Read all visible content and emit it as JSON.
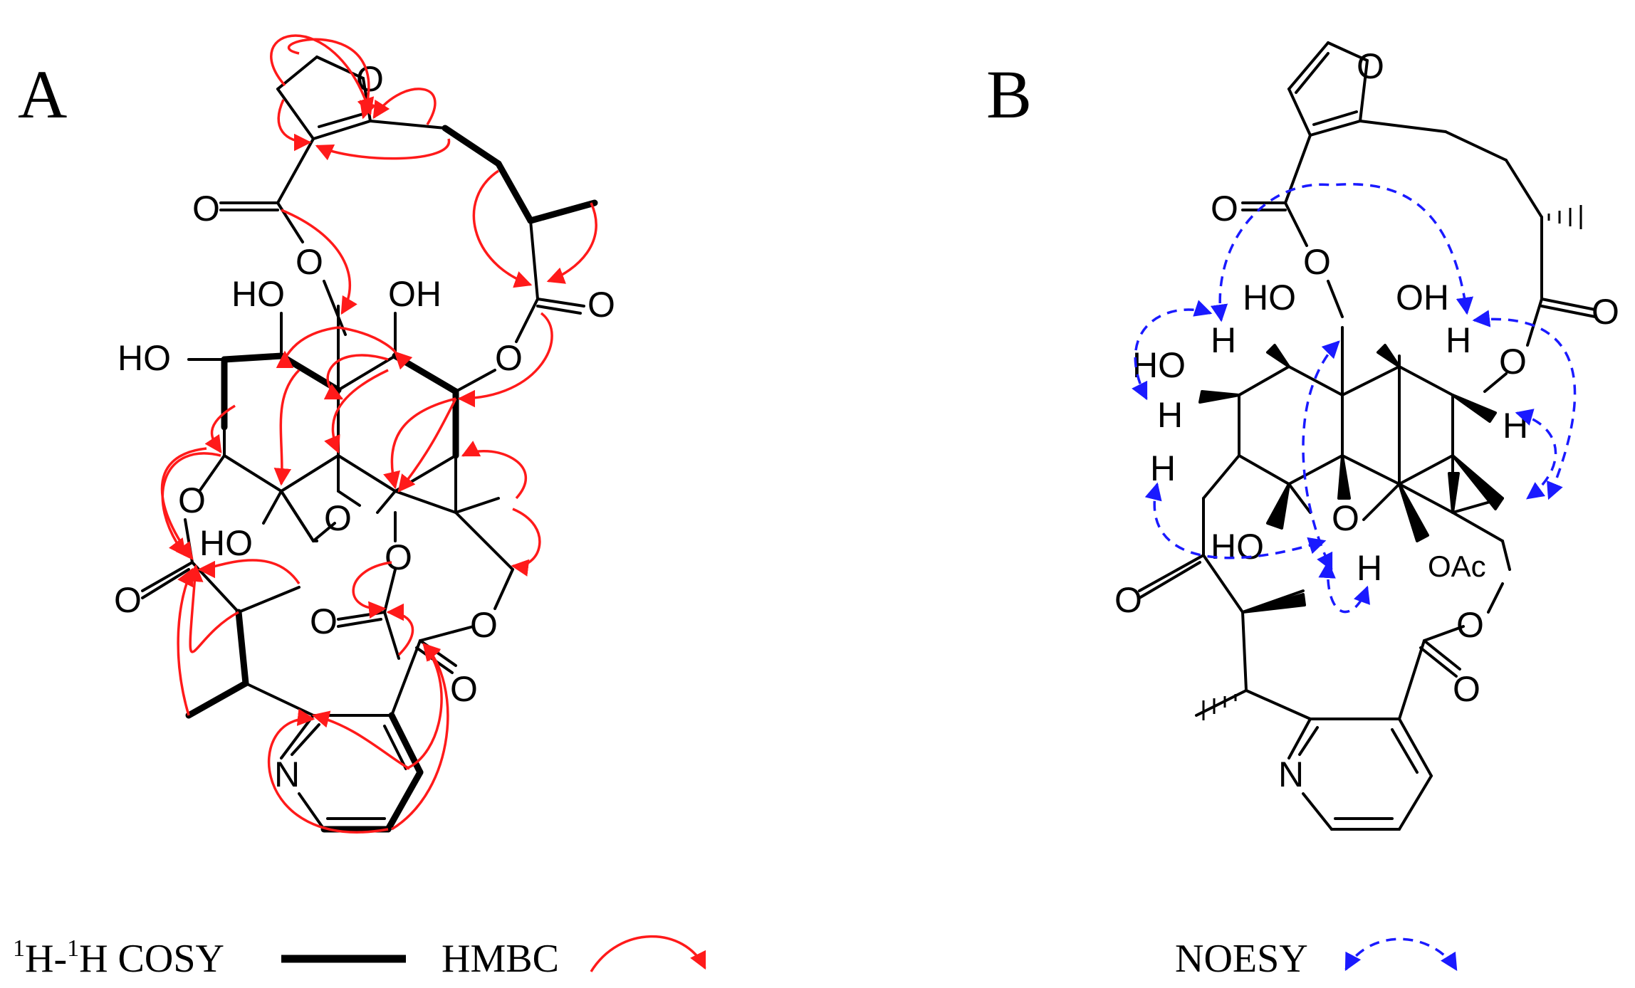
{
  "panels": {
    "a_label": "A",
    "b_label": "B"
  },
  "atoms_a": {
    "furan_o": "O",
    "ester1_o_dbl": "O",
    "ester1_o_link": "O",
    "oh_left_top": "HO",
    "oh_right_top": "OH",
    "oh_left": "HO",
    "lactone_o_dbl": "O",
    "lactone_o_link": "O",
    "ring_o": "O",
    "ether_o_left": "O",
    "oh_bottom": "HO",
    "ketone_o_left": "O",
    "acetyl_o_link": "O",
    "acetyl_o_dbl": "O",
    "ester2_o_link": "O",
    "ester2_o_dbl": "O",
    "pyridine_n": "N"
  },
  "atoms_b": {
    "furan_o": "O",
    "ester1_o_dbl": "O",
    "ester1_o_link": "O",
    "oh_top_left": "HO",
    "oh_top_right": "OH",
    "h_top_left": "H",
    "h_top_right": "H",
    "oh_left": "HO",
    "h_left": "H",
    "lactone_o_dbl": "O",
    "lactone_o_link": "O",
    "h_right": "H",
    "h_bottom_left": "H",
    "oh_bottom": "HO",
    "ring_o": "O",
    "h_bottom": "H",
    "oac": "OAc",
    "ketone_o": "O",
    "ester2_o_link": "O",
    "ester2_o_dbl": "O",
    "pyridine_n": "N"
  },
  "legend": {
    "cosy_label_pre": "1",
    "cosy_label_h1": "H-",
    "cosy_label_sup2": "1",
    "cosy_label_rest": "H COSY",
    "hmbc_label": "HMBC",
    "noesy_label": "NOESY"
  },
  "colors": {
    "bond": "#000000",
    "hmbc": "#ff1a1a",
    "noesy": "#1a1aff"
  }
}
